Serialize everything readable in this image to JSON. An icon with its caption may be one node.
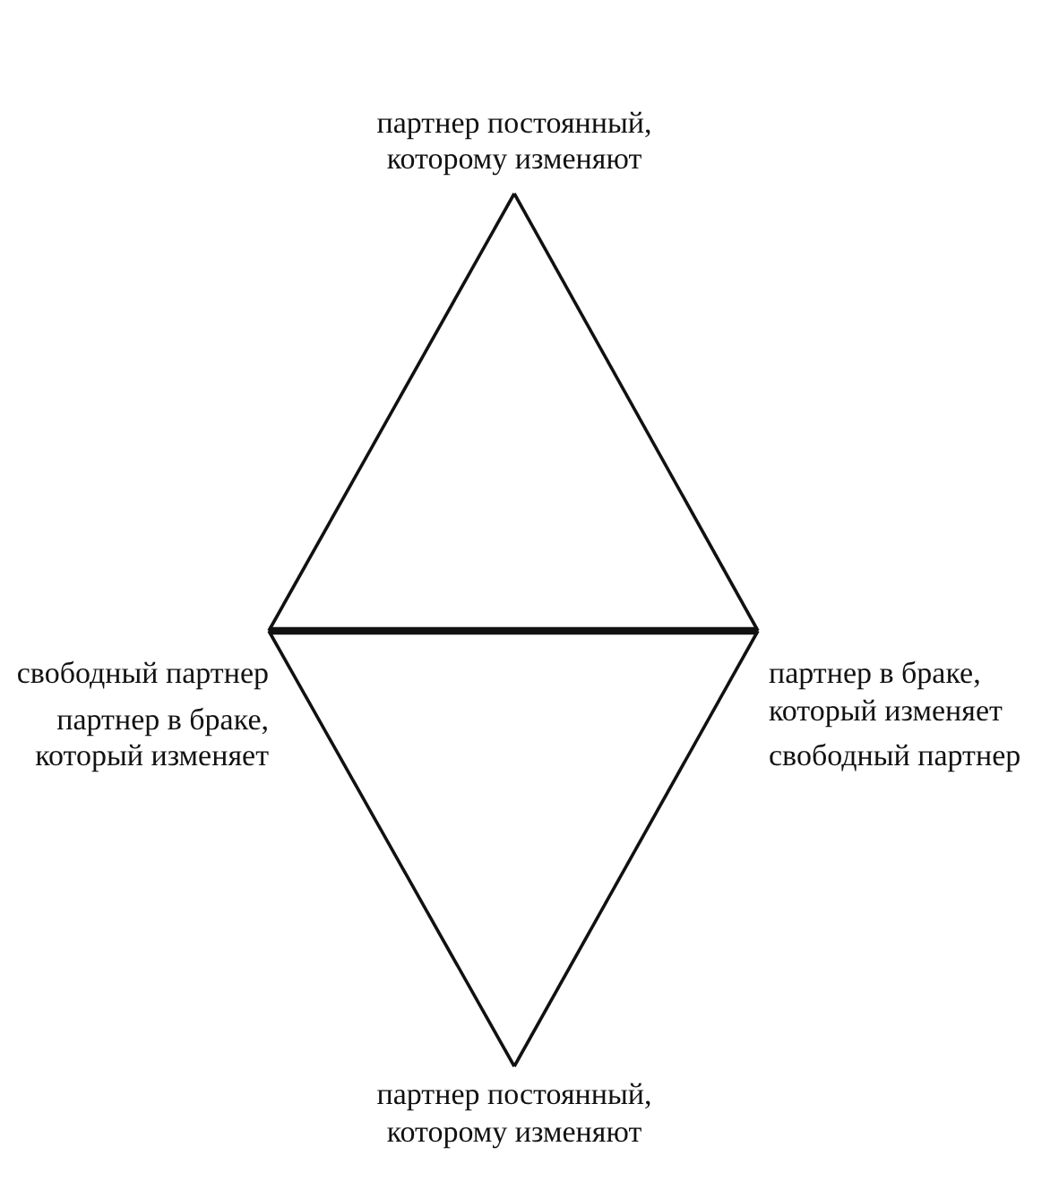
{
  "diagram": {
    "nodes": [
      {
        "text": [
          "партнер постоянный, которому изменяют"
        ]
      },
      {
        "text": [
          "свободный партнер",
          "партнер в браке, который изменяет"
        ]
      },
      {
        "text": [
          "партнер в браке, который изменяет",
          "свободный партнер"
        ]
      },
      {
        "text": [
          "партнер постоянный, которому изменяют"
        ]
      }
    ],
    "edges": [
      {
        "from": 0,
        "to": 1,
        "arrow": "none"
      },
      {
        "from": 0,
        "to": 2,
        "arrow": "none"
      },
      {
        "from": 1,
        "to": 2,
        "arrow": "none",
        "style": "thick"
      },
      {
        "from": 1,
        "to": 3,
        "arrow": "none"
      },
      {
        "from": 2,
        "to": 3,
        "arrow": "none"
      }
    ]
  }
}
